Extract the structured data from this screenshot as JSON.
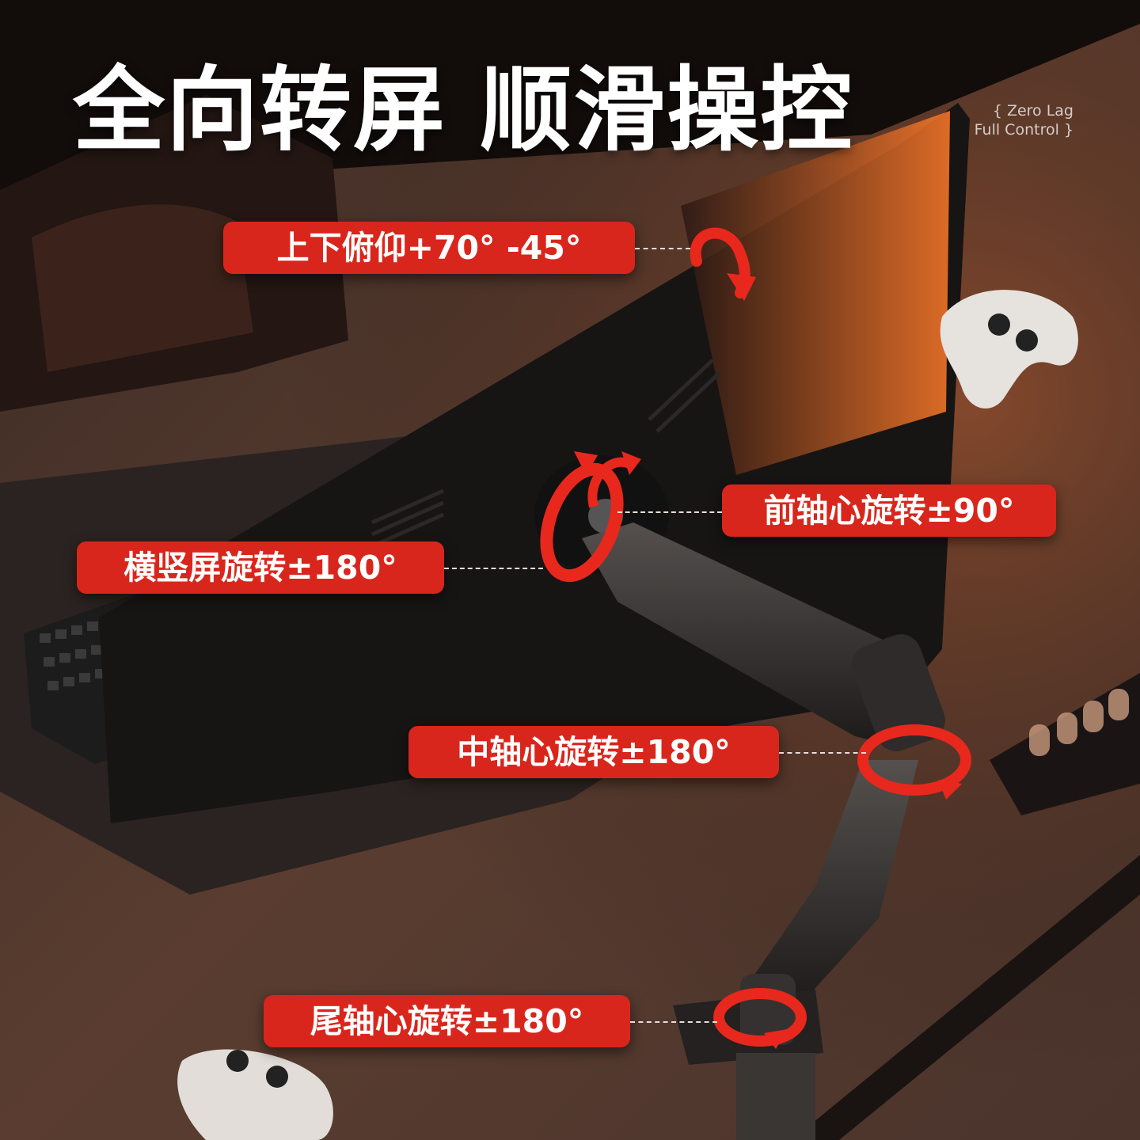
{
  "headline": "全向转屏 顺滑操控",
  "tagline": [
    "{ Zero Lag",
    "Full Control }"
  ],
  "callouts": {
    "tilt": "上下俯仰+70° -45°",
    "front_axis": "前轴心旋转±90°",
    "screen_rotate": "横竖屏旋转±180°",
    "middle_axis": "中轴心旋转±180°",
    "tail_axis": "尾轴心旋转±180°"
  },
  "colors": {
    "accent": "#d9261c",
    "text": "#ffffff",
    "arrow": "#e8281d"
  }
}
